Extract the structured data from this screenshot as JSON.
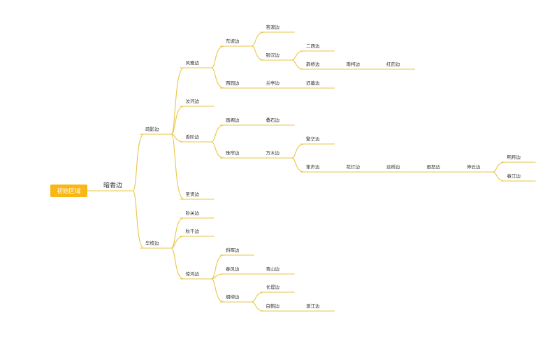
{
  "colors": {
    "line": "#e9c545",
    "root_bg": "#f8b715",
    "text": "#333333"
  },
  "root": {
    "label": "初始区域"
  },
  "tree": {
    "label": "暗香边",
    "children": [
      {
        "label": "疏影边",
        "children": [
          {
            "label": "风雅边",
            "children": [
              {
                "label": "东坡边",
                "children": [
                  {
                    "label": "杏渡边"
                  },
                  {
                    "label": "银汉边",
                    "children": [
                      {
                        "label": "二西边"
                      },
                      {
                        "label": "鹊桥边",
                        "children": [
                          {
                            "label": "南柯边",
                            "children": [
                              {
                                "label": "红药边"
                              }
                            ]
                          }
                        ]
                      }
                    ]
                  }
                ]
              },
              {
                "label": "西园边",
                "children": [
                  {
                    "label": "兰亭边",
                    "children": [
                      {
                        "label": "迟暮边"
                      }
                    ]
                  }
                ]
              }
            ]
          },
          {
            "label": "汝河边"
          },
          {
            "label": "香阶边",
            "children": [
              {
                "label": "画阁边",
                "children": [
                  {
                    "label": "叠石边"
                  }
                ]
              },
              {
                "label": "珠帘边",
                "children": [
                  {
                    "label": "万木边",
                    "children": [
                      {
                        "label": "繁华边"
                      },
                      {
                        "label": "笙声边",
                        "children": [
                          {
                            "label": "花灯边",
                            "children": [
                              {
                                "label": "远桥边",
                                "children": [
                                  {
                                    "label": "画怒边",
                                    "children": [
                                      {
                                        "label": "停云边",
                                        "children": [
                                          {
                                            "label": "明月边"
                                          },
                                          {
                                            "label": "春江边"
                                          }
                                        ]
                                      }
                                    ]
                                  }
                                ]
                              }
                            ]
                          }
                        ]
                      }
                    ]
                  }
                ]
              }
            ]
          },
          {
            "label": "圣贤边"
          }
        ]
      },
      {
        "label": "华枝边",
        "children": [
          {
            "label": "钞关边"
          },
          {
            "label": "秋千边"
          },
          {
            "label": "惊鸿边",
            "children": [
              {
                "label": "斜晖边"
              },
              {
                "label": "春风边",
                "children": [
                  {
                    "label": "青山边"
                  }
                ]
              },
              {
                "label": "烟柳边",
                "children": [
                  {
                    "label": "长堤边"
                  },
                  {
                    "label": "白鹤边",
                    "children": [
                      {
                        "label": "渡江边"
                      }
                    ]
                  }
                ]
              }
            ]
          }
        ]
      }
    ]
  }
}
